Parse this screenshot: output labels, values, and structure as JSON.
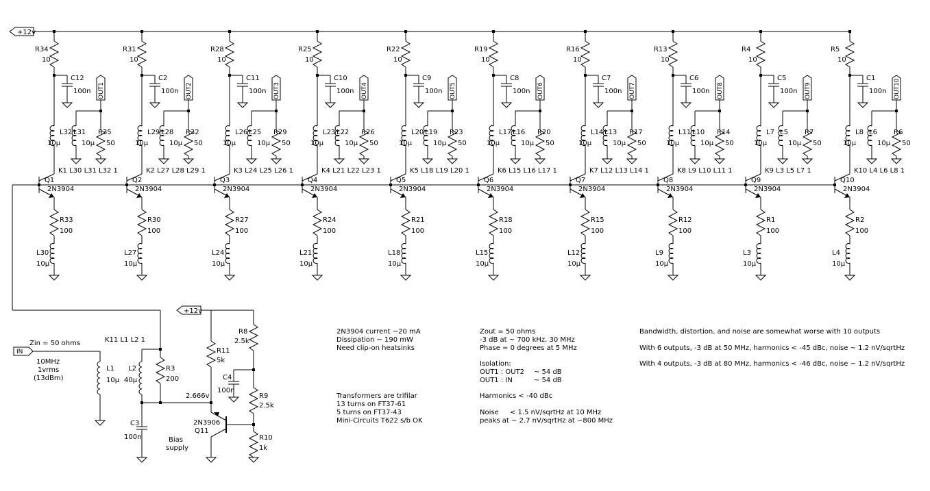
{
  "supply": {
    "rail_label": "+12v",
    "bias_rail_label": "+12v"
  },
  "stages": [
    {
      "rc": "R34",
      "cb": "C12",
      "out": "OUT1",
      "lp": "L32",
      "ls": "L31",
      "rl": "R35",
      "k": "K1 L30 L31 L32 1",
      "q": "Q1",
      "re": "R33",
      "le": "L30"
    },
    {
      "rc": "R31",
      "cb": "C2",
      "out": "OUT2",
      "lp": "L29",
      "ls": "L28",
      "rl": "R32",
      "k": "K2 L27 L28 L29 1",
      "q": "Q2",
      "re": "R30",
      "le": "L27"
    },
    {
      "rc": "R28",
      "cb": "C11",
      "out": "OUT3",
      "lp": "L26",
      "ls": "L25",
      "rl": "R29",
      "k": "K3 L24 L25 L26 1",
      "q": "Q3",
      "re": "R27",
      "le": "L24"
    },
    {
      "rc": "R25",
      "cb": "C10",
      "out": "OUT4",
      "lp": "L23",
      "ls": "L22",
      "rl": "R26",
      "k": "K4 L21 L22 L23 1",
      "q": "Q4",
      "re": "R24",
      "le": "L21"
    },
    {
      "rc": "R22",
      "cb": "C9",
      "out": "OUT5",
      "lp": "L20",
      "ls": "L19",
      "rl": "R23",
      "k": "K5 L18 L19 L20 1",
      "q": "Q5",
      "re": "R21",
      "le": "L18"
    },
    {
      "rc": "R19",
      "cb": "C8",
      "out": "OUT6",
      "lp": "L17",
      "ls": "L16",
      "rl": "R20",
      "k": "K6 L15 L16 L17 1",
      "q": "Q6",
      "re": "R18",
      "le": "L15"
    },
    {
      "rc": "R16",
      "cb": "C7",
      "out": "OUT7",
      "lp": "L14",
      "ls": "L13",
      "rl": "R17",
      "k": "K7 L12 L13 L14 1",
      "q": "Q7",
      "re": "R15",
      "le": "L12"
    },
    {
      "rc": "R13",
      "cb": "C6",
      "out": "OUT8",
      "lp": "L11",
      "ls": "L10",
      "rl": "R14",
      "k": "K8 L9 L10 L11 1",
      "q": "Q8",
      "re": "R12",
      "le": "L9"
    },
    {
      "rc": "R4",
      "cb": "C5",
      "out": "OUT9",
      "lp": "L7",
      "ls": "L5",
      "rl": "R7",
      "k": "K9 L3 L5 L7 1",
      "q": "Q9",
      "re": "R1",
      "le": "L3"
    },
    {
      "rc": "R5",
      "cb": "C1",
      "out": "OUT10",
      "lp": "L8",
      "ls": "L6",
      "rl": "R6",
      "k": "K10 L4 L6 L8 1",
      "q": "Q10",
      "re": "R2",
      "le": "L4"
    }
  ],
  "values": {
    "rc": "10",
    "cb": "100n",
    "l": "10µ",
    "rl": "50",
    "q": "2N3904",
    "re": "100"
  },
  "input": {
    "port": "IN",
    "zin": "Zin = 50 ohms",
    "src1": "10MHz",
    "src2": "1vrms",
    "src3": "(13dBm)",
    "l1": "L1",
    "l1v": "10µ",
    "k11": "K11 L1 L2 1",
    "l2": "L2",
    "l2v": "40µ",
    "r3": "R3",
    "r3v": "200",
    "c3": "C3",
    "c3v": "100n",
    "bias": "Bias",
    "supply": "supply",
    "node_v": "2.666v"
  },
  "bias": {
    "r11": "R11",
    "r11v": "5k",
    "r8": "R8",
    "r8v": "2.5k",
    "c4": "C4",
    "c4v": "100n",
    "r9": "R9",
    "r9v": "2.5k",
    "r10": "R10",
    "r10v": "1k",
    "q11": "Q11",
    "q11v": "2N3906"
  },
  "notes": {
    "n1": [
      "2N3904 current ~20 mA",
      "Dissipation ~ 190 mW",
      "Need clip-on heatsinks"
    ],
    "n2": [
      "Transformers are trifilar",
      "13 turns on FT37-61",
      "5   turns on FT37-43",
      "Mini-Circuits T622 s/b OK"
    ],
    "n3": [
      "Zout = 50 ohms",
      "-3 dB at ~ 700 kHz, 30 MHz",
      "Phase = 0 degrees at 5 MHz"
    ],
    "iso_title": "Isolation:",
    "iso_rows": [
      [
        "OUT1 : OUT2",
        "~ 54 dB"
      ],
      [
        "OUT1 : IN",
        "~ 54 dB"
      ]
    ],
    "harm": "Harmonics < -40 dBc",
    "noise_label": "Noise",
    "noise_val": "< 1.5 nV/sqrtHz at 10 MHz",
    "peaks": "peaks at ~ 2.7 nV/sqrtHz at ~800 MHz",
    "n4": [
      "Bandwidth, distortion, and noise are somewhat worse with 10 outputs",
      "With 6 outputs, -3 dB at 50 MHz, harmonics < -45 dBc, noise ~ 1.2 nV/sqrtHz",
      "With 4 outputs, -3 dB at 80 MHz, harmonics < -46 dBc, noise ~ 1.2 nV/sqrtHz"
    ]
  }
}
